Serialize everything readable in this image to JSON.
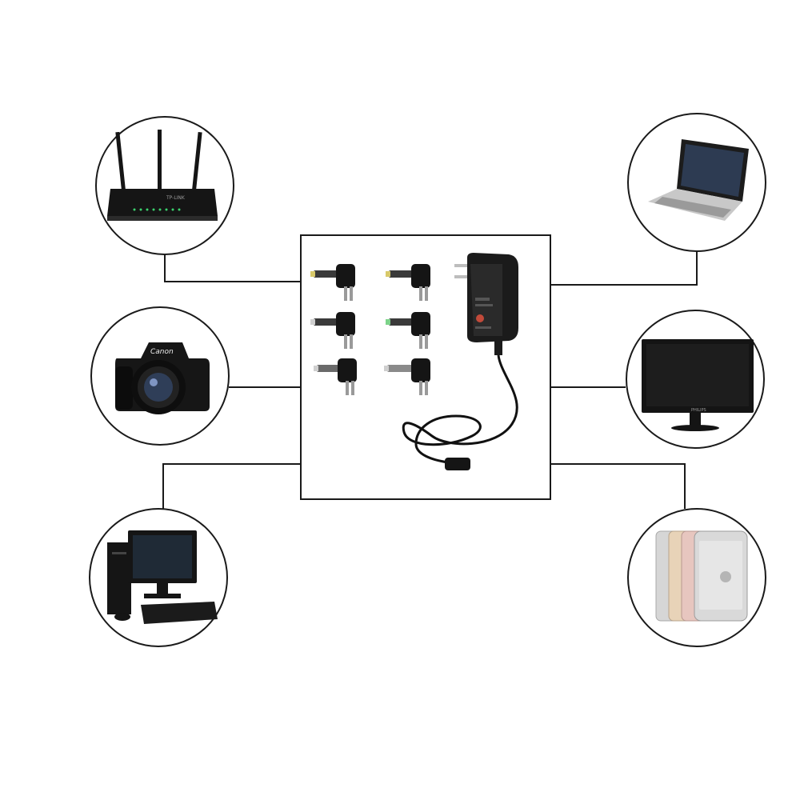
{
  "colors": {
    "background": "#ffffff",
    "line": "#1a1a1a",
    "device_dark": "#151515",
    "plug_tip_gold": "#d8c96a",
    "plug_tip_green": "#7dd38a",
    "plug_tip_silver": "#cfcfcf"
  },
  "center": {
    "adapter_icon": "power-adapter-icon",
    "tips": [
      {
        "icon": "plug-tip-icon",
        "tip_color": "#d8c96a"
      },
      {
        "icon": "plug-tip-icon",
        "tip_color": "#d8c96a"
      },
      {
        "icon": "plug-tip-icon",
        "tip_color": "#cfcfcf"
      },
      {
        "icon": "plug-tip-icon",
        "tip_color": "#7dd38a"
      },
      {
        "icon": "plug-tip-icon",
        "tip_color": "#cfcfcf"
      },
      {
        "icon": "plug-tip-icon",
        "tip_color": "#cfcfcf"
      }
    ]
  },
  "devices": [
    {
      "id": "router",
      "icon": "wifi-router-icon",
      "side": "left",
      "brand": "TP-LINK"
    },
    {
      "id": "camera",
      "icon": "dslr-camera-icon",
      "side": "left",
      "brand": "Canon"
    },
    {
      "id": "desktop",
      "icon": "desktop-computer-icon",
      "side": "left",
      "brand": ""
    },
    {
      "id": "laptop",
      "icon": "laptop-icon",
      "side": "right",
      "brand": ""
    },
    {
      "id": "monitor",
      "icon": "monitor-icon",
      "side": "right",
      "brand": "PHILIPS"
    },
    {
      "id": "phones",
      "icon": "smartphones-icon",
      "side": "right",
      "brand": ""
    }
  ]
}
